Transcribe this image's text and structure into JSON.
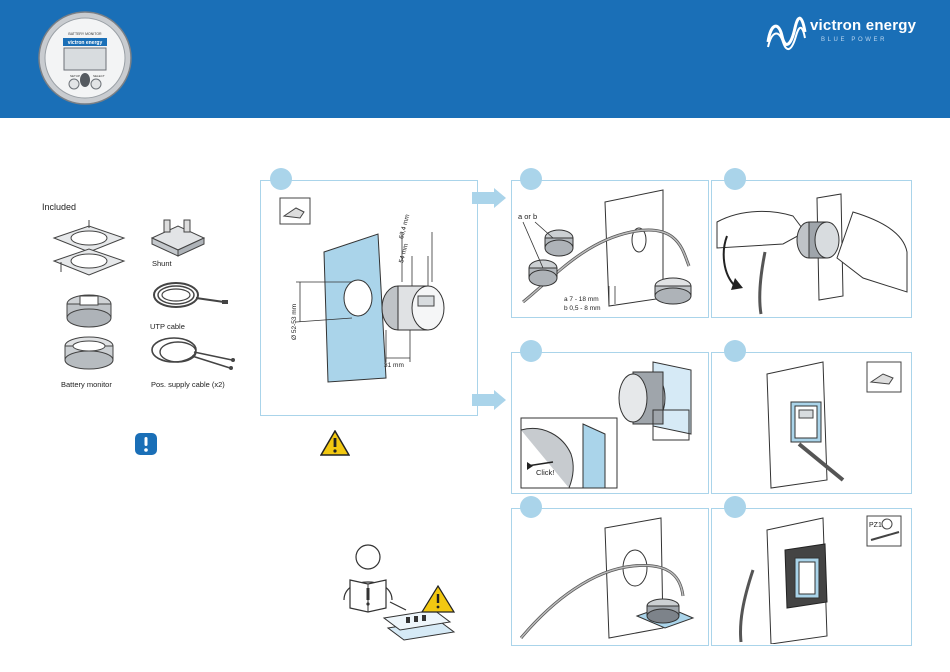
{
  "brand": {
    "name": "victron energy",
    "tagline": "BLUE POWER"
  },
  "device": {
    "top_text": "BATTERY MONITOR",
    "brand": "victron energy",
    "btn_left": "SETUP",
    "btn_right": "SELECT"
  },
  "included": {
    "title": "Included",
    "items": [
      "Shunt",
      "UTP cable",
      "Battery monitor",
      "Pos. supply cable (x2)"
    ]
  },
  "panel1": {
    "dim_outer": "63,4 mm",
    "dim_inner": "54 mm",
    "dim_hole": "Ø 52-53 mm",
    "dim_depth": "31 mm"
  },
  "panel2": {
    "label_ab": "a or b",
    "spec_a": "a   7 - 18 mm",
    "spec_b": "b  0,5 - 8 mm"
  },
  "panel4": {
    "click": "Click!"
  },
  "panel7": {
    "tool": "PZ1"
  },
  "colors": {
    "header": "#1a6fb7",
    "panel_border": "#aad4ea",
    "info": "#1a6fb7",
    "warning": "#f2c811"
  }
}
